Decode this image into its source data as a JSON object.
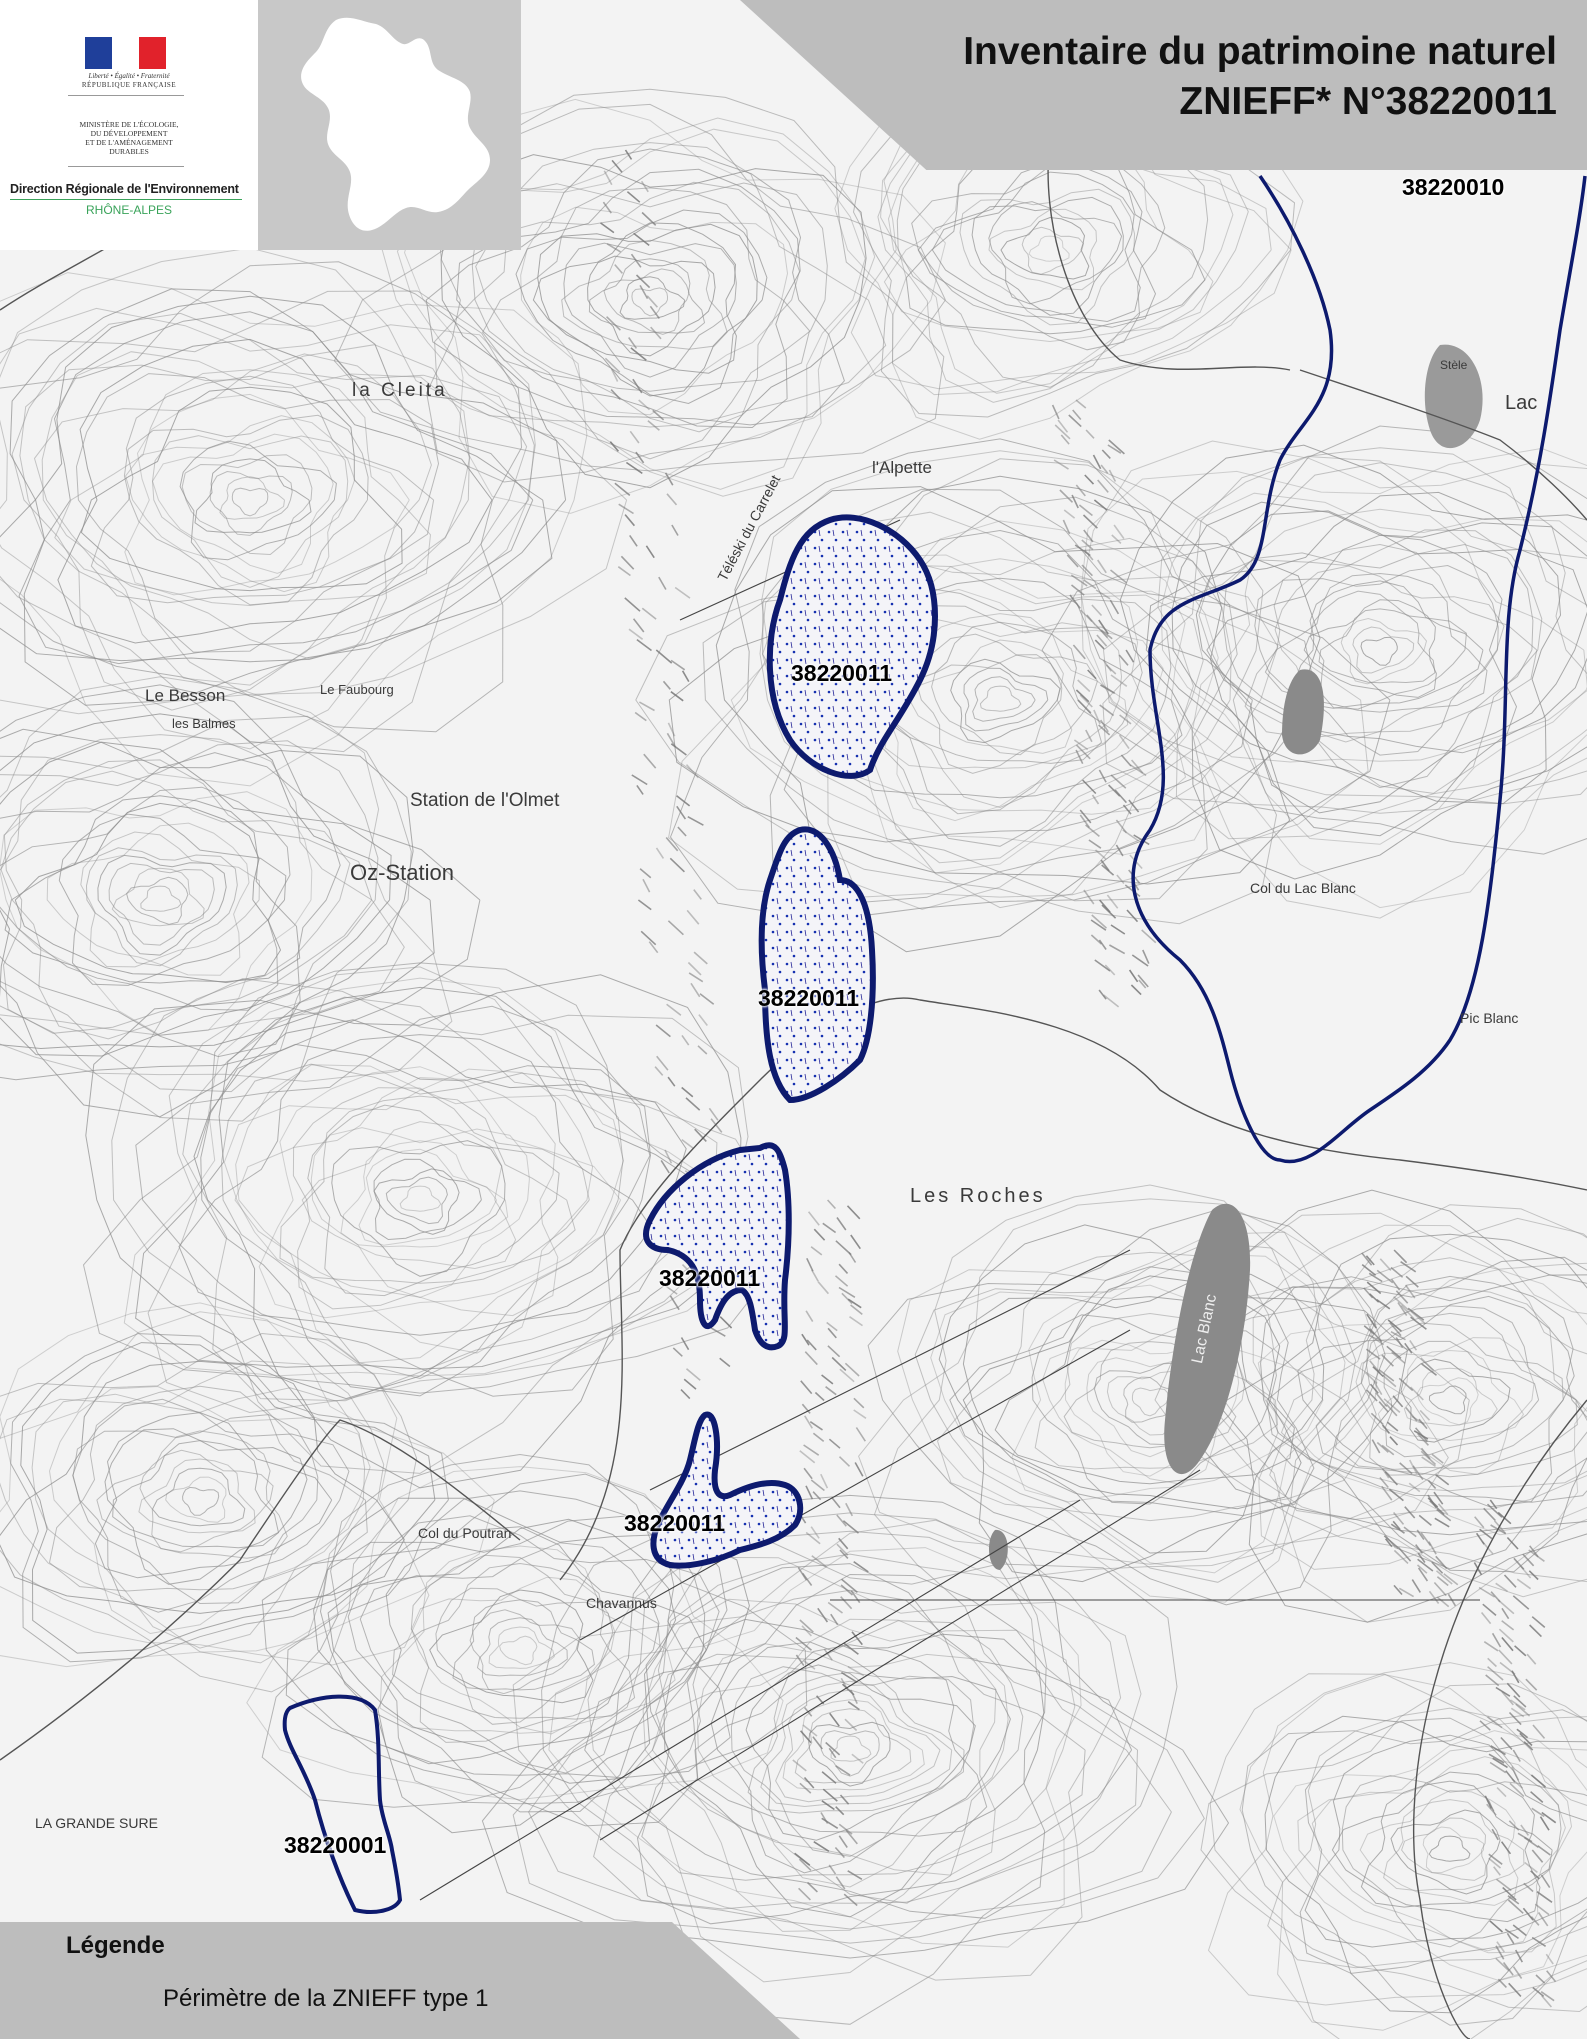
{
  "title": {
    "line1": "Inventaire du patrimoine naturel",
    "line2": "ZNIEFF*  N°38220011"
  },
  "logo": {
    "motto": "Liberté • Égalité • Fraternité",
    "republic": "RÉPUBLIQUE FRANÇAISE",
    "ministry": [
      "Ministère de l'Écologie,",
      "du Développement",
      "et de l'Aménagement",
      "durables"
    ],
    "direction": "Direction Régionale de l'Environnement",
    "region": "RHÔNE-ALPES",
    "flag_colors": [
      "#1f3f9a",
      "#ffffff",
      "#e1222b"
    ]
  },
  "zones": [
    {
      "id": "38220011",
      "type": 1
    },
    {
      "id": "38220011",
      "type": 1
    },
    {
      "id": "38220011",
      "type": 1
    },
    {
      "id": "38220011",
      "type": 1
    },
    {
      "id": "38220001",
      "type": 1
    },
    {
      "id": "38220010",
      "type": 2
    }
  ],
  "place_names": [
    "l'Alpette",
    "Station de l'Olmet",
    "Oz-Station",
    "Le Besson",
    "les Balmes",
    "Les Roches",
    "Lac Blanc",
    "Col du Lac Blanc",
    "Pic Blanc",
    "Col du Poutran",
    "Chavannus",
    "LA GRANDE SURE",
    "Téléski du Carrelet",
    "Le Faubourg",
    "la Cleita",
    "Lac",
    "Stèle"
  ],
  "legend": {
    "title": "Légende",
    "item": "Périmètre de la ZNIEFF type 1"
  },
  "colors": {
    "boundary": "#0d1a6e",
    "hatch": "#1530b0",
    "water": "#8a8a8a",
    "panel": "#bdbdbd"
  }
}
